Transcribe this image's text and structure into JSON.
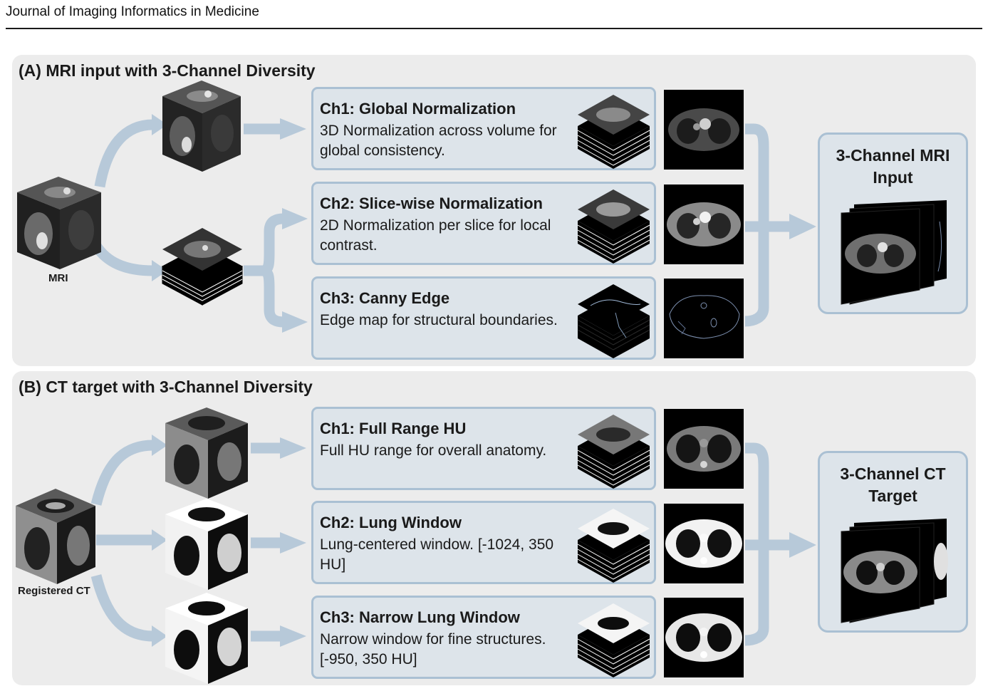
{
  "header": {
    "journal": "Journal of Imaging Informatics in Medicine"
  },
  "panel_a": {
    "title": "(A) MRI input with 3-Channel Diversity",
    "source_label": "MRI",
    "channels": [
      {
        "title": "Ch1: Global Normalization",
        "description": "3D Normalization across volume for global consistency."
      },
      {
        "title": "Ch2: Slice-wise Normalization",
        "description": "2D Normalization per slice for local contrast."
      },
      {
        "title": "Ch3: Canny Edge",
        "description": "Edge map for structural boundaries."
      }
    ],
    "output": {
      "title_line1": "3-Channel MRI",
      "title_line2": "Input"
    }
  },
  "panel_b": {
    "title": "(B) CT target with 3-Channel Diversity",
    "source_label": "Registered CT",
    "channels": [
      {
        "title": "Ch1: Full Range HU",
        "description": "Full HU range for overall anatomy."
      },
      {
        "title": "Ch2: Lung Window",
        "description": "Lung-centered window. [-1024, 350 HU]"
      },
      {
        "title": "Ch3: Narrow Lung Window",
        "description": "Narrow window for fine structures. [-950, 350 HU]"
      }
    ],
    "output": {
      "title_line1": "3-Channel CT",
      "title_line2": "Target"
    }
  },
  "colors": {
    "arrow": "#b7c9d9",
    "box_fill": "#dde4ea",
    "box_border": "#aac0d3",
    "panel_bg": "#ececec"
  }
}
